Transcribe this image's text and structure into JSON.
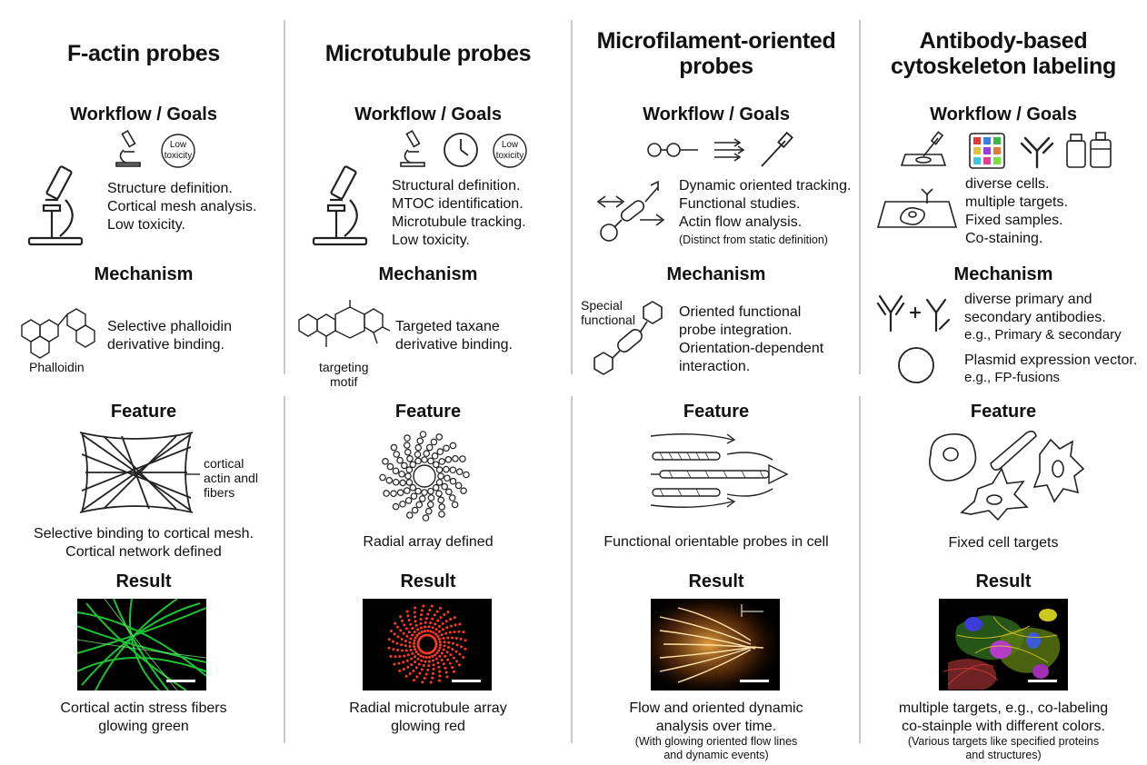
{
  "columns": [
    {
      "title": "F-actin probes",
      "workflow_heading": "Workflow / Goals",
      "toxicity_badge": "Low toxicity",
      "workflow_lines": [
        "Structure definition.",
        "Cortical mesh analysis.",
        "Low toxicity."
      ],
      "mechanism_heading": "Mechanism",
      "mechanism_lines": [
        "Selective phalloidin",
        "derivative binding."
      ],
      "molecule_label": "Phalloidin",
      "feature_heading": "Feature",
      "feature_label_lines": [
        "cortical",
        "actin andl",
        "fibers"
      ],
      "feature_caption_lines": [
        "Selective binding to cortical mesh.",
        "Cortical network defined"
      ],
      "result_heading": "Result",
      "result_caption_lines": [
        "Cortical actin stress fibers",
        "glowing green"
      ]
    },
    {
      "title": "Microtubule probes",
      "workflow_heading": "Workflow / Goals",
      "toxicity_badge": "Low toxicity",
      "workflow_lines": [
        "Structural definition.",
        "MTOC identification.",
        "Microtubule tracking.",
        "Low toxicity."
      ],
      "mechanism_heading": "Mechanism",
      "mechanism_lines": [
        "Targeted taxane",
        "derivative binding."
      ],
      "molecule_label_lines": [
        "targeting",
        "motif"
      ],
      "feature_heading": "Feature",
      "feature_caption_lines": [
        "Radial array defined"
      ],
      "result_heading": "Result",
      "result_caption_lines": [
        "Radial microtubule array",
        "glowing red"
      ]
    },
    {
      "title_lines": [
        "Microfilament-oriented",
        "probes"
      ],
      "workflow_heading": "Workflow / Goals",
      "workflow_lines": [
        "Dynamic oriented tracking.",
        "Functional studies.",
        "Actin flow analysis."
      ],
      "workflow_note": "(Distinct from static definition)",
      "mechanism_heading": "Mechanism",
      "mechanism_label_lines": [
        "Special",
        "functional"
      ],
      "mechanism_lines": [
        "Oriented functional",
        "probe integration.",
        "Orientation-dependent",
        "interaction."
      ],
      "feature_heading": "Feature",
      "feature_caption_lines": [
        "Functional orientable probes in cell"
      ],
      "result_heading": "Result",
      "result_caption_lines": [
        "Flow and oriented dynamic",
        "analysis over time."
      ],
      "result_note_lines": [
        "(With glowing oriented flow lines",
        "and dynamic events)"
      ]
    },
    {
      "title_lines": [
        "Antibody-based",
        "cytoskeleton labeling"
      ],
      "workflow_heading": "Workflow / Goals",
      "workflow_lines": [
        "diverse cells.",
        "multiple targets.",
        "Fixed samples.",
        "Co-staining."
      ],
      "mechanism_heading": "Mechanism",
      "mechanism_lines_a": [
        "diverse primary and",
        "secondary antibodies."
      ],
      "mechanism_example_a": "e.g., Primary & secondary",
      "mechanism_line_b": "Plasmid expression vector.",
      "mechanism_example_b": "e.g., FP-fusions",
      "feature_heading": "Feature",
      "feature_caption_lines": [
        "Fixed cell targets"
      ],
      "result_heading": "Result",
      "result_caption_lines": [
        "multiple targets, e.g., co-labeling",
        "co-stainple with different colors."
      ],
      "result_note_lines": [
        "(Various targets like specified proteins",
        "and structures)"
      ]
    }
  ],
  "colors": {
    "actin_green": "#22d63a",
    "microtubule_red": "#ff3a24",
    "flow_orange": "#ffb347",
    "divider": "#c8c8c8"
  }
}
